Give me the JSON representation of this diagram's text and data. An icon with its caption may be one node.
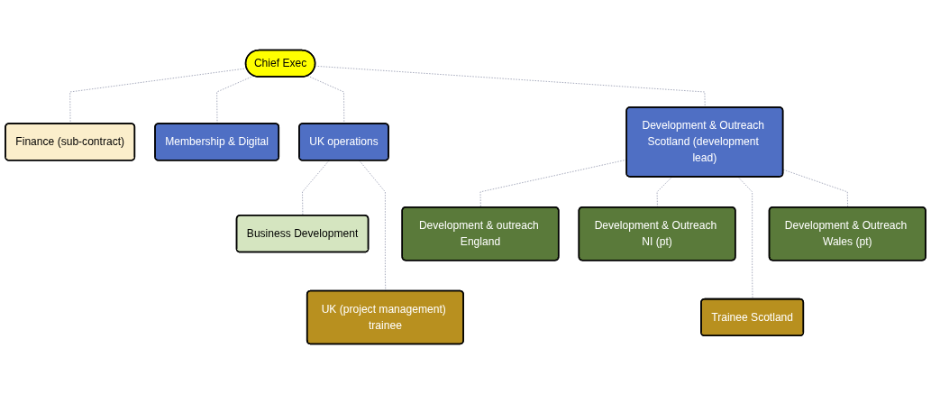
{
  "diagram": {
    "nodes": [
      {
        "text": [
          "Chief Exec"
        ]
      },
      {
        "text": [
          "Finance (sub-contract)"
        ]
      },
      {
        "text": [
          "Membership & Digital"
        ]
      },
      {
        "text": [
          "UK operations"
        ]
      },
      {
        "text": [
          "Development & Outreach Scotland (development lead)"
        ]
      },
      {
        "text": [
          "Business Development"
        ]
      },
      {
        "text": [
          "UK (project management) trainee"
        ]
      },
      {
        "text": [
          "Development & outreach England"
        ]
      },
      {
        "text": [
          "Development & Outreach NI (pt)"
        ]
      },
      {
        "text": [
          "Trainee Scotland"
        ]
      },
      {
        "text": [
          "Development & Outreach Wales (pt)"
        ]
      }
    ],
    "edges": [
      {
        "from": 0,
        "to": 1,
        "arrow": "none",
        "style": "dashed"
      },
      {
        "from": 0,
        "to": 2,
        "arrow": "none",
        "style": "dashed"
      },
      {
        "from": 0,
        "to": 3,
        "arrow": "none",
        "style": "dashed"
      },
      {
        "from": 0,
        "to": 4,
        "arrow": "none",
        "style": "dashed"
      },
      {
        "from": 3,
        "to": 5,
        "arrow": "none",
        "style": "dashed"
      },
      {
        "from": 3,
        "to": 6,
        "arrow": "none",
        "style": "dashed"
      },
      {
        "from": 4,
        "to": 7,
        "arrow": "none",
        "style": "dashed"
      },
      {
        "from": 4,
        "to": 8,
        "arrow": "none",
        "style": "dashed"
      },
      {
        "from": 4,
        "to": 9,
        "arrow": "none",
        "style": "dashed"
      },
      {
        "from": 4,
        "to": 10,
        "arrow": "none",
        "style": "dashed"
      }
    ]
  }
}
